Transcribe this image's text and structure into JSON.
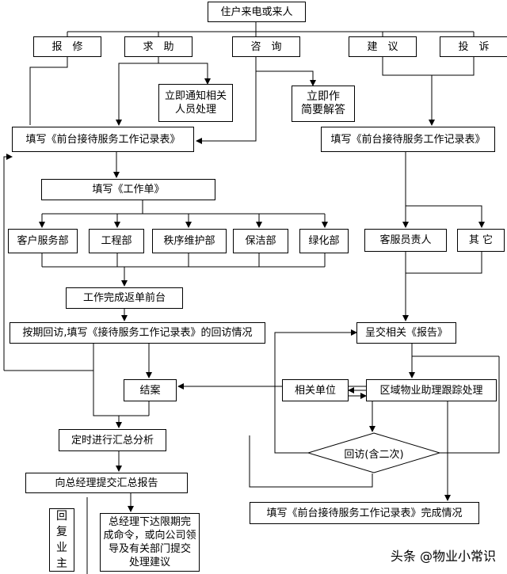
{
  "nodes": {
    "start": "住户来电或来人",
    "repair": "报　修",
    "help": "求　助",
    "consult": "咨　询",
    "suggest": "建　议",
    "complain": "投　诉",
    "notify_staff": "立即通知相关\n人员处理",
    "answer_now": "立即作\n简要解答",
    "fill_record_left": "填写《前台接待服务工作记录表》",
    "fill_record_right": "填写《前台接待服务工作记录表》",
    "fill_work_order": "填写《工作单》",
    "dept_customer": "客户服务部",
    "dept_engineering": "工程部",
    "dept_order": "秩序维护部",
    "dept_cleaning": "保洁部",
    "dept_greening": "绿化部",
    "cs_manager": "客服员责人",
    "others": "其 它",
    "work_done": "工作完成返单前台",
    "revisit_fill": "按期回访,填写《接待服务工作记录表》的回访情况",
    "submit_report": "呈交相关《报告》",
    "close_case": "结案",
    "related_unit": "相关单位",
    "area_assistant": "区域物业助理跟踪处理",
    "summary_analysis": "定时进行汇总分析",
    "revisit_twice": "回访(含二次)",
    "report_gm": "向总经理提交汇总报告",
    "fill_completion": "填写《前台接待服务工作记录表》完成情况",
    "reply_owner": "回\n复\n业\n主",
    "gm_order": "总经理下达限期完\n成命令，或向公司领\n导及有关部门提交\n处理建议"
  },
  "watermark": "头条 @物业小常识"
}
